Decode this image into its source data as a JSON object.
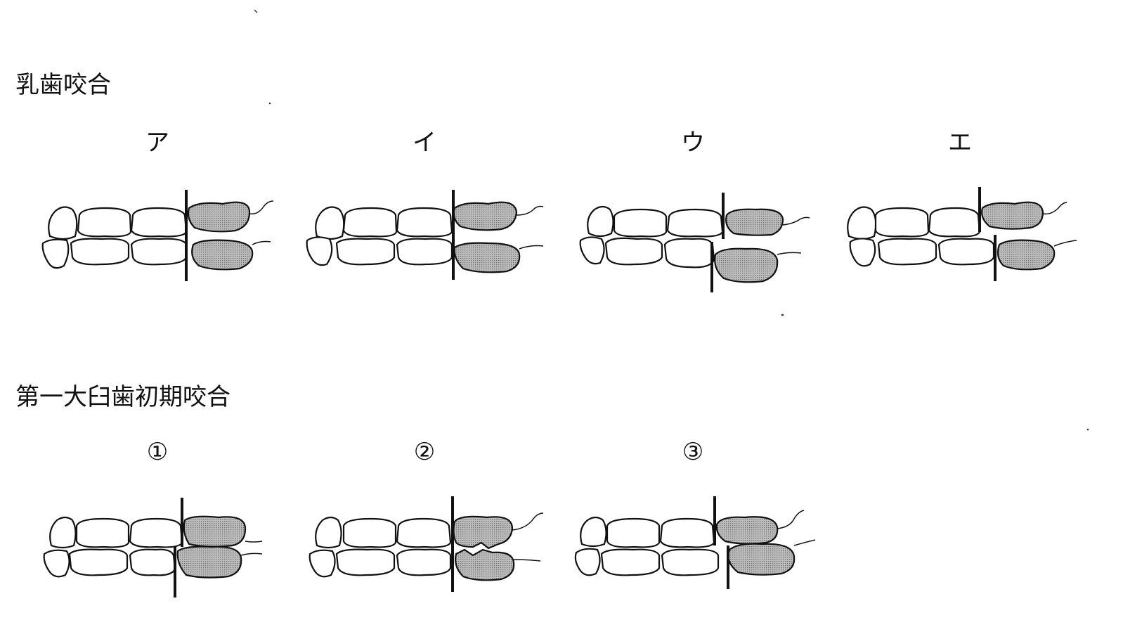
{
  "sections": [
    {
      "title": "乳歯咬合",
      "panels": [
        {
          "label": "ア"
        },
        {
          "label": "イ"
        },
        {
          "label": "ウ"
        },
        {
          "label": "エ"
        }
      ]
    },
    {
      "title": "第一大臼歯初期咬合",
      "panels": [
        {
          "label": "①"
        },
        {
          "label": "②"
        },
        {
          "label": "③"
        }
      ]
    }
  ],
  "colors": {
    "outline": "#111111",
    "shaded_tooth": "#9a9a9a",
    "background": "#ffffff"
  }
}
